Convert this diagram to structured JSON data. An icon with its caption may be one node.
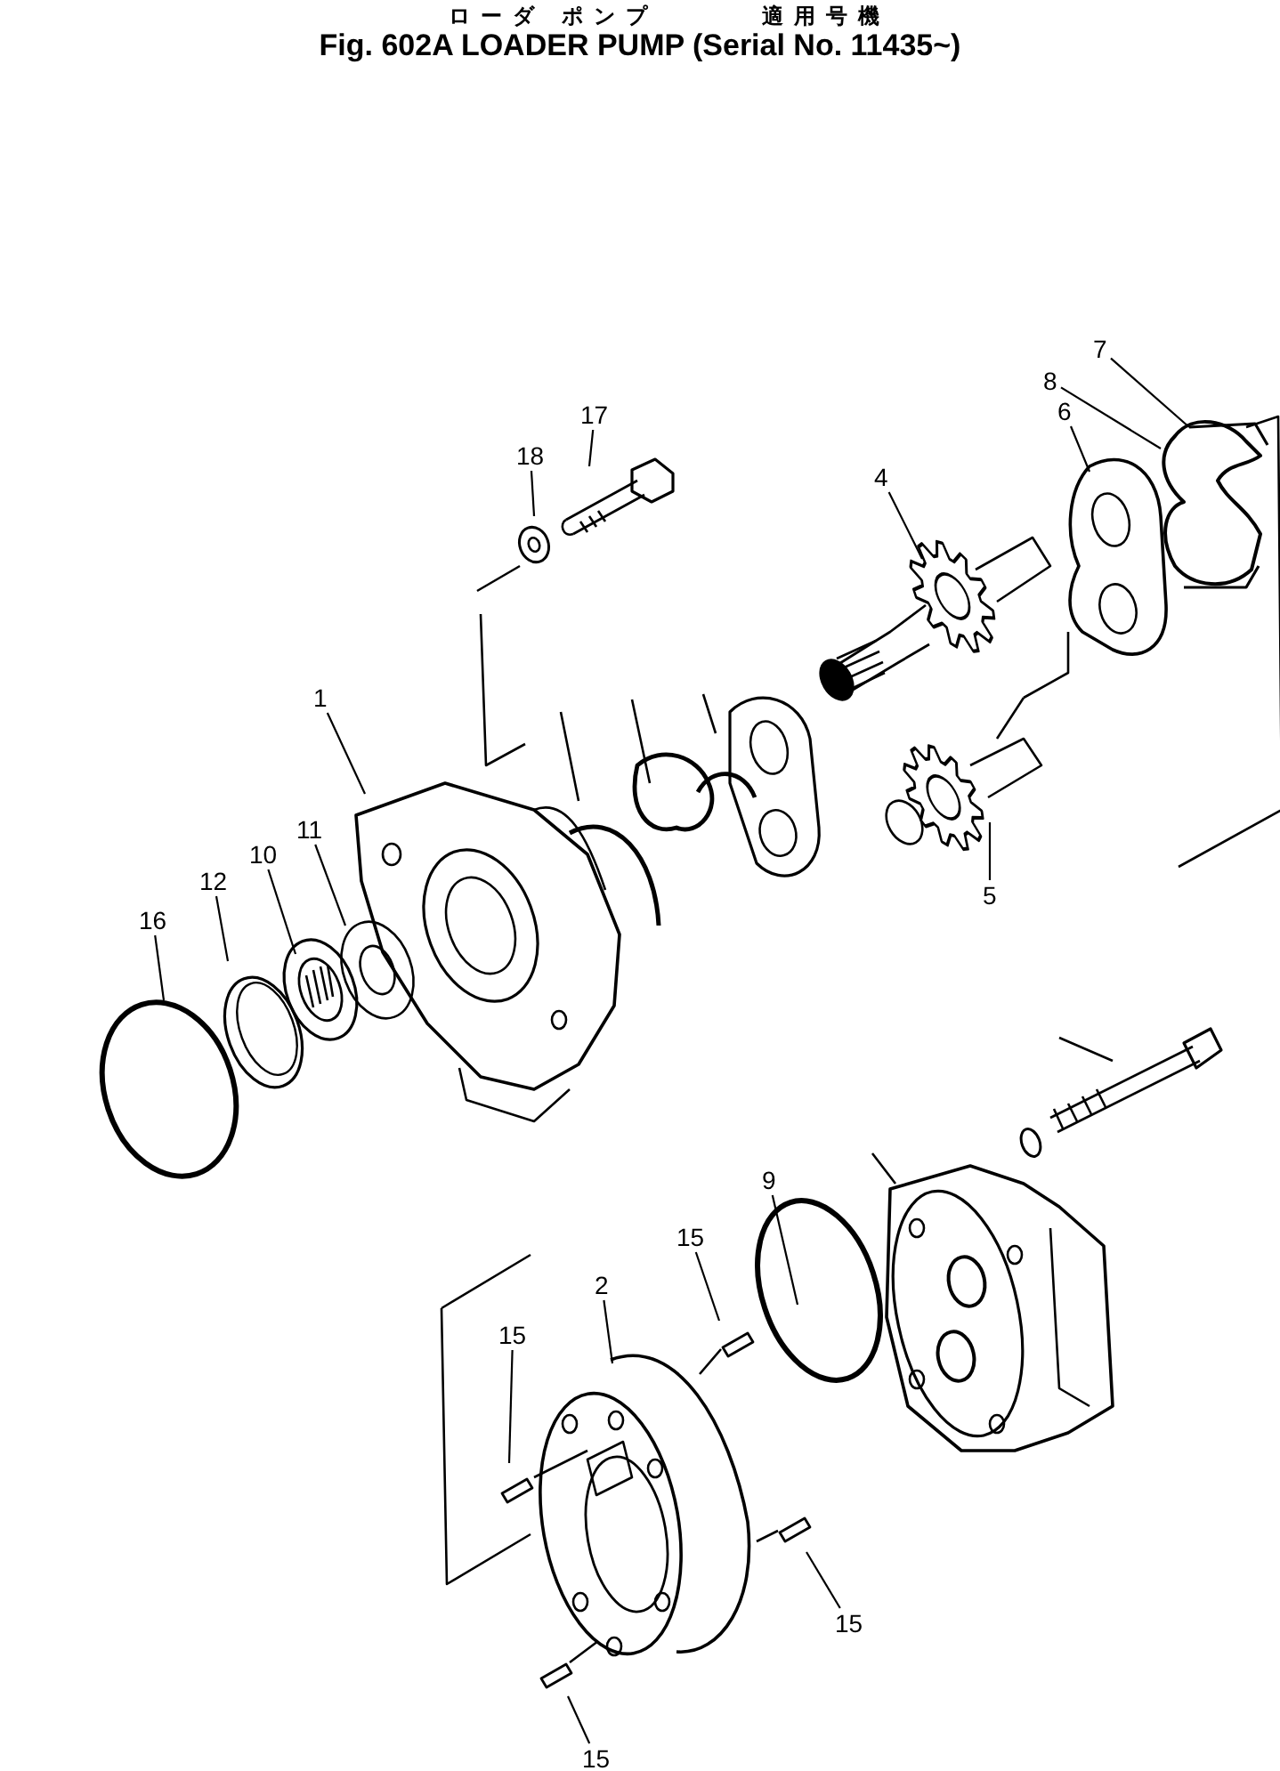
{
  "diagram": {
    "title": "Fig. 602A LOADER PUMP (Serial No. 11435~)",
    "labels": [
      "ローダ ポンプ",
      "適用号機"
    ],
    "nodes": [
      {
        "text": [
          "1"
        ]
      },
      {
        "text": [
          "2"
        ]
      },
      {
        "text": [
          "4"
        ]
      },
      {
        "text": [
          "5"
        ]
      },
      {
        "text": [
          "6"
        ]
      },
      {
        "text": [
          "7"
        ]
      },
      {
        "text": [
          "8"
        ]
      },
      {
        "text": [
          "9"
        ]
      },
      {
        "text": [
          "10"
        ]
      },
      {
        "text": [
          "11"
        ]
      },
      {
        "text": [
          "12"
        ]
      },
      {
        "text": [
          "15"
        ]
      },
      {
        "text": [
          "15"
        ]
      },
      {
        "text": [
          "15"
        ]
      },
      {
        "text": [
          "15"
        ]
      },
      {
        "text": [
          "16"
        ]
      },
      {
        "text": [
          "17"
        ]
      },
      {
        "text": [
          "18"
        ]
      }
    ],
    "edges": [
      {
        "from": 0,
        "to": null,
        "arrow": "none"
      },
      {
        "from": 1,
        "to": null,
        "arrow": "none"
      },
      {
        "from": 2,
        "to": null,
        "arrow": "none"
      },
      {
        "from": 3,
        "to": null,
        "arrow": "none"
      },
      {
        "from": 4,
        "to": null,
        "arrow": "none"
      },
      {
        "from": 5,
        "to": null,
        "arrow": "none"
      },
      {
        "from": 6,
        "to": null,
        "arrow": "none"
      },
      {
        "from": 7,
        "to": null,
        "arrow": "none"
      },
      {
        "from": 8,
        "to": null,
        "arrow": "none"
      },
      {
        "from": 9,
        "to": null,
        "arrow": "none"
      },
      {
        "from": 10,
        "to": null,
        "arrow": "none"
      },
      {
        "from": 11,
        "to": null,
        "arrow": "none"
      },
      {
        "from": 12,
        "to": null,
        "arrow": "none"
      },
      {
        "from": 13,
        "to": null,
        "arrow": "none"
      },
      {
        "from": 14,
        "to": null,
        "arrow": "none"
      },
      {
        "from": 15,
        "to": null,
        "arrow": "none"
      },
      {
        "from": 16,
        "to": null,
        "arrow": "none"
      },
      {
        "from": 17,
        "to": null,
        "arrow": "none"
      }
    ]
  }
}
